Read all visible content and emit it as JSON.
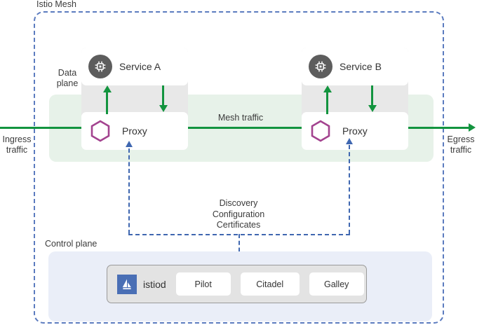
{
  "diagram": {
    "title": "Istio Mesh",
    "zones": {
      "data_plane_label": "Data\nplane",
      "data_plane_label_line1": "Data",
      "data_plane_label_line2": "plane",
      "control_plane_label": "Control plane"
    },
    "traffic": {
      "ingress_line1": "Ingress",
      "ingress_line2": "traffic",
      "egress_line1": "Egress",
      "egress_line2": "traffic",
      "mesh_traffic": "Mesh traffic"
    },
    "pods": [
      {
        "service_label": "Service A",
        "service_icon": "cpu-chip-icon",
        "proxy_label": "Proxy",
        "proxy_icon": "hexagon-icon"
      },
      {
        "service_label": "Service B",
        "service_icon": "cpu-chip-icon",
        "proxy_label": "Proxy",
        "proxy_icon": "hexagon-icon"
      }
    ],
    "control_bus": {
      "line1": "Discovery",
      "line2": "Configuration",
      "line3": "Certificates"
    },
    "control_plane": {
      "istiod_label": "istiod",
      "istiod_icon": "istio-sailboat-logo",
      "components": [
        {
          "label": "Pilot"
        },
        {
          "label": "Citadel"
        },
        {
          "label": "Galley"
        }
      ]
    },
    "colors": {
      "mesh_border": "#5b7bbf",
      "data_plane_bg": "#e7f2e9",
      "pod_bg": "#e8e8e8",
      "traffic_green": "#13943f",
      "control_blue": "#3f67b0",
      "control_plane_bg": "#eaeef8",
      "istiod_bg": "#e3e3e3",
      "istio_logo_blue": "#4a6fb5",
      "service_icon_gray": "#5d5d5d",
      "proxy_hexagon_purple": "#a3438f"
    }
  }
}
